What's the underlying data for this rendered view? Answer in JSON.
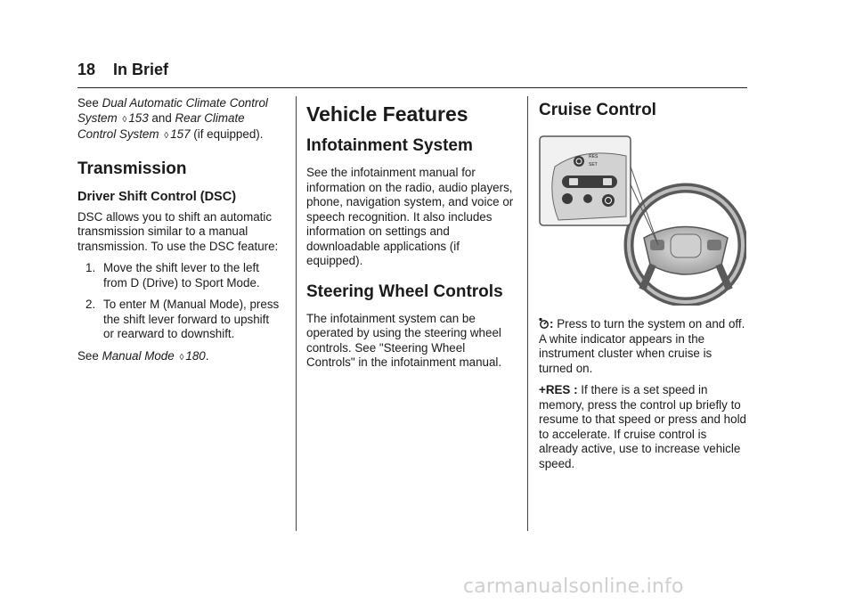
{
  "header": {
    "page_number": "18",
    "section": "In Brief"
  },
  "col1": {
    "intro": {
      "see": "See",
      "link1": "Dual Automatic Climate Control System",
      "page1": "153",
      "and": "and",
      "link2": "Rear Climate Control System",
      "page2": "157",
      "suffix": "(if equipped)."
    },
    "transmission_heading": "Transmission",
    "dsc_heading": "Driver Shift Control (DSC)",
    "dsc_text": "DSC allows you to shift an automatic transmission similar to a manual transmission. To use the DSC feature:",
    "steps": [
      {
        "num": "1.",
        "text": "Move the shift lever to the left from D (Drive) to Sport Mode."
      },
      {
        "num": "2.",
        "text": "To enter M (Manual Mode), press the shift lever forward to upshift or rearward to downshift."
      }
    ],
    "see2": {
      "see": "See",
      "link": "Manual Mode",
      "page": "180",
      "suffix": "."
    },
    "arrow_glyph": "◊"
  },
  "col2": {
    "chapter_heading": "Vehicle Features",
    "infotainment_heading": "Infotainment System",
    "infotainment_text": "See the infotainment manual for information on the radio, audio players, phone, navigation system, and voice or speech recognition. It also includes information on settings and downloadable applications (if equipped).",
    "steering_heading": "Steering Wheel Controls",
    "steering_text": "The infotainment system can be operated by using the steering wheel controls. See \"Steering Wheel Controls\" in the infotainment manual."
  },
  "col3": {
    "heading": "Cruise Control",
    "figure_labels": {
      "res": "RES",
      "set": "SET"
    },
    "onoff_icon": "cruise-control-icon",
    "onoff_term": ":",
    "onoff_text": "Press to turn the system on and off. A white indicator appears in the instrument cluster when cruise is turned on.",
    "res_term": "+RES :",
    "res_text": "If there is a set speed in memory, press the control up briefly to resume to that speed or press and hold to accelerate. If cruise control is already active, use to increase vehicle speed."
  },
  "watermark": "carmanualsonline.info"
}
